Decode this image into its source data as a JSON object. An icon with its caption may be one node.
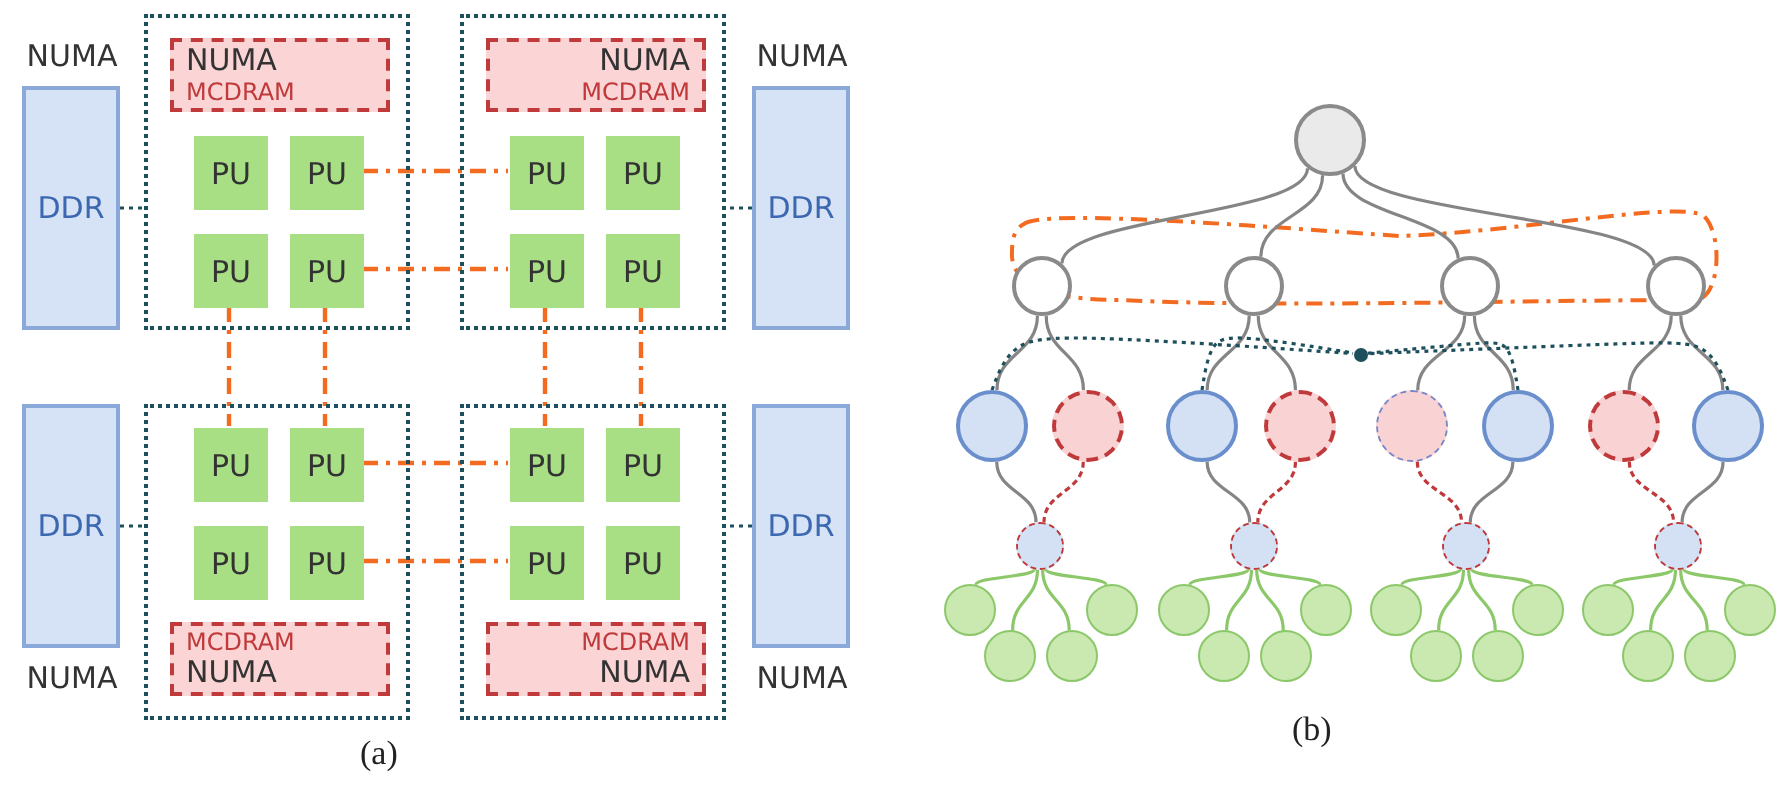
{
  "diagram": {
    "nodes": [
      {
        "text": [],
        "shape": "box"
      },
      {
        "text": [
          "NUMA",
          "MCDRAM"
        ],
        "in": 0
      },
      {
        "text": [
          "PU"
        ],
        "in": 0
      },
      {
        "text": [
          "PU"
        ],
        "in": 0
      },
      {
        "text": [
          "PU"
        ],
        "in": 0
      },
      {
        "text": [
          "PU"
        ],
        "in": 0
      },
      {
        "text": [],
        "shape": "box"
      },
      {
        "text": [
          "NUMA",
          "MCDRAM"
        ],
        "in": 6
      },
      {
        "text": [
          "PU"
        ],
        "in": 6
      },
      {
        "text": [
          "PU"
        ],
        "in": 6
      },
      {
        "text": [
          "PU"
        ],
        "in": 6
      },
      {
        "text": [
          "PU"
        ],
        "in": 6
      },
      {
        "text": [],
        "shape": "box"
      },
      {
        "text": [
          "PU"
        ],
        "in": 12
      },
      {
        "text": [
          "PU"
        ],
        "in": 12
      },
      {
        "text": [
          "PU"
        ],
        "in": 12
      },
      {
        "text": [
          "PU"
        ],
        "in": 12
      },
      {
        "text": [
          "MCDRAM",
          "NUMA"
        ],
        "in": 12
      },
      {
        "text": [],
        "shape": "box"
      },
      {
        "text": [
          "PU"
        ],
        "in": 18
      },
      {
        "text": [
          "PU"
        ],
        "in": 18
      },
      {
        "text": [
          "PU"
        ],
        "in": 18
      },
      {
        "text": [
          "PU"
        ],
        "in": 18
      },
      {
        "text": [
          "MCDRAM",
          "NUMA"
        ],
        "in": 18
      },
      {
        "text": [
          "DDR"
        ],
        "beside": [
          "NUMA"
        ]
      },
      {
        "text": [
          "DDR"
        ],
        "beside": [
          "NUMA"
        ]
      },
      {
        "text": [
          "DDR"
        ],
        "beside": [
          "NUMA"
        ]
      },
      {
        "text": [
          "DDR"
        ],
        "beside": [
          "NUMA"
        ]
      },
      {
        "text": [],
        "shape": "circle"
      },
      {
        "text": [],
        "shape": "circle"
      },
      {
        "text": [],
        "shape": "circle"
      },
      {
        "text": [],
        "shape": "circle"
      },
      {
        "text": [],
        "shape": "circle"
      },
      {
        "text": [],
        "shape": "circle"
      },
      {
        "text": [],
        "shape": "circle"
      },
      {
        "text": [],
        "shape": "circle"
      },
      {
        "text": [],
        "shape": "circle"
      },
      {
        "text": [],
        "shape": "circle"
      },
      {
        "text": [],
        "shape": "circle"
      },
      {
        "text": [],
        "shape": "circle"
      },
      {
        "text": [],
        "shape": "circle"
      },
      {
        "text": [],
        "shape": "circle"
      },
      {
        "text": [],
        "shape": "circle"
      },
      {
        "text": [],
        "shape": "circle"
      },
      {
        "text": [],
        "shape": "circle"
      },
      {
        "text": [],
        "shape": "circle"
      },
      {
        "text": [],
        "shape": "circle"
      },
      {
        "text": [],
        "shape": "circle"
      },
      {
        "text": [],
        "shape": "circle"
      },
      {
        "text": [],
        "shape": "circle"
      },
      {
        "text": [],
        "shape": "circle"
      },
      {
        "text": [],
        "shape": "circle"
      },
      {
        "text": [],
        "shape": "circle"
      },
      {
        "text": [],
        "shape": "circle"
      },
      {
        "text": [],
        "shape": "circle"
      },
      {
        "text": [],
        "shape": "circle"
      },
      {
        "text": [],
        "shape": "circle"
      },
      {
        "text": [],
        "shape": "circle"
      },
      {
        "text": [],
        "shape": "circle"
      },
      {
        "text": [],
        "shape": "circle"
      },
      {
        "text": [],
        "shape": "circle"
      },
      {
        "text": [],
        "shape": "circle"
      }
    ],
    "edges": [
      {
        "from": 24,
        "to": 0,
        "arrow": "none",
        "style": "dashed",
        "color": "#1e4f5c"
      },
      {
        "from": 25,
        "to": 6,
        "arrow": "none",
        "style": "dashed",
        "color": "#1e4f5c"
      },
      {
        "from": 26,
        "to": 12,
        "arrow": "none",
        "style": "dashed",
        "color": "#1e4f5c"
      },
      {
        "from": 27,
        "to": 18,
        "arrow": "none",
        "style": "dashed",
        "color": "#1e4f5c"
      },
      {
        "from": 3,
        "to": 8,
        "arrow": "none",
        "style": "dashed",
        "color": "#f26b21"
      },
      {
        "from": 5,
        "to": 10,
        "arrow": "none",
        "style": "dashed",
        "color": "#f26b21"
      },
      {
        "from": 4,
        "to": 13,
        "arrow": "none",
        "style": "dashed",
        "color": "#f26b21"
      },
      {
        "from": 5,
        "to": 14,
        "arrow": "none",
        "style": "dashed",
        "color": "#f26b21"
      },
      {
        "from": 10,
        "to": 19,
        "arrow": "none",
        "style": "dashed",
        "color": "#f26b21"
      },
      {
        "from": 11,
        "to": 20,
        "arrow": "none",
        "style": "dashed",
        "color": "#f26b21"
      },
      {
        "from": 14,
        "to": 19,
        "arrow": "none",
        "style": "dashed",
        "color": "#f26b21"
      },
      {
        "from": 16,
        "to": 21,
        "arrow": "none",
        "style": "dashed",
        "color": "#f26b21"
      },
      {
        "from": 28,
        "to": 29,
        "arrow": "none"
      },
      {
        "from": 28,
        "to": 30,
        "arrow": "none"
      },
      {
        "from": 28,
        "to": 31,
        "arrow": "none"
      },
      {
        "from": 28,
        "to": 32,
        "arrow": "none"
      },
      {
        "from": 29,
        "to": 33,
        "arrow": "none"
      },
      {
        "from": 29,
        "to": 34,
        "arrow": "none"
      },
      {
        "from": 30,
        "to": 35,
        "arrow": "none"
      },
      {
        "from": 30,
        "to": 36,
        "arrow": "none"
      },
      {
        "from": 31,
        "to": 37,
        "arrow": "none"
      },
      {
        "from": 31,
        "to": 38,
        "arrow": "none"
      },
      {
        "from": 32,
        "to": 39,
        "arrow": "none"
      },
      {
        "from": 32,
        "to": 40,
        "arrow": "none"
      },
      {
        "from": 33,
        "to": 41,
        "arrow": "none"
      },
      {
        "from": 34,
        "to": 41,
        "arrow": "none",
        "style": "dashed",
        "color": "#c0393b"
      },
      {
        "from": 35,
        "to": 42,
        "arrow": "none"
      },
      {
        "from": 36,
        "to": 42,
        "arrow": "none",
        "style": "dashed",
        "color": "#c0393b"
      },
      {
        "from": 37,
        "to": 43,
        "arrow": "none",
        "style": "dashed",
        "color": "#c0393b"
      },
      {
        "from": 38,
        "to": 43,
        "arrow": "none"
      },
      {
        "from": 39,
        "to": 44,
        "arrow": "none",
        "style": "dashed",
        "color": "#c0393b"
      },
      {
        "from": 40,
        "to": 44,
        "arrow": "none"
      },
      {
        "from": 41,
        "to": 45,
        "arrow": "none",
        "color": "#8cc86a"
      },
      {
        "from": 41,
        "to": 46,
        "arrow": "none",
        "color": "#8cc86a"
      },
      {
        "from": 41,
        "to": 47,
        "arrow": "none",
        "color": "#8cc86a"
      },
      {
        "from": 41,
        "to": 48,
        "arrow": "none",
        "color": "#8cc86a"
      },
      {
        "from": 42,
        "to": 49,
        "arrow": "none",
        "color": "#8cc86a"
      },
      {
        "from": 42,
        "to": 50,
        "arrow": "none",
        "color": "#8cc86a"
      },
      {
        "from": 42,
        "to": 51,
        "arrow": "none",
        "color": "#8cc86a"
      },
      {
        "from": 42,
        "to": 52,
        "arrow": "none",
        "color": "#8cc86a"
      },
      {
        "from": 43,
        "to": 53,
        "arrow": "none",
        "color": "#8cc86a"
      },
      {
        "from": 43,
        "to": 54,
        "arrow": "none",
        "color": "#8cc86a"
      },
      {
        "from": 43,
        "to": 55,
        "arrow": "none",
        "color": "#8cc86a"
      },
      {
        "from": 43,
        "to": 56,
        "arrow": "none",
        "color": "#8cc86a"
      },
      {
        "from": 44,
        "to": 57,
        "arrow": "none",
        "color": "#8cc86a"
      },
      {
        "from": 44,
        "to": 58,
        "arrow": "none",
        "color": "#8cc86a"
      },
      {
        "from": 44,
        "to": 59,
        "arrow": "none",
        "color": "#8cc86a"
      },
      {
        "from": 44,
        "to": 60,
        "arrow": "none",
        "color": "#8cc86a"
      },
      {
        "from": 33,
        "to": 61,
        "arrow": "none",
        "style": "dashed",
        "color": "#1e4f5c"
      },
      {
        "from": 35,
        "to": 61,
        "arrow": "none",
        "style": "dashed",
        "color": "#1e4f5c"
      },
      {
        "from": 38,
        "to": 61,
        "arrow": "none",
        "style": "dashed",
        "color": "#1e4f5c"
      },
      {
        "from": 40,
        "to": 61,
        "arrow": "none",
        "style": "dashed",
        "color": "#1e4f5c"
      }
    ],
    "labels": [
      "(a)",
      "(b)"
    ]
  }
}
